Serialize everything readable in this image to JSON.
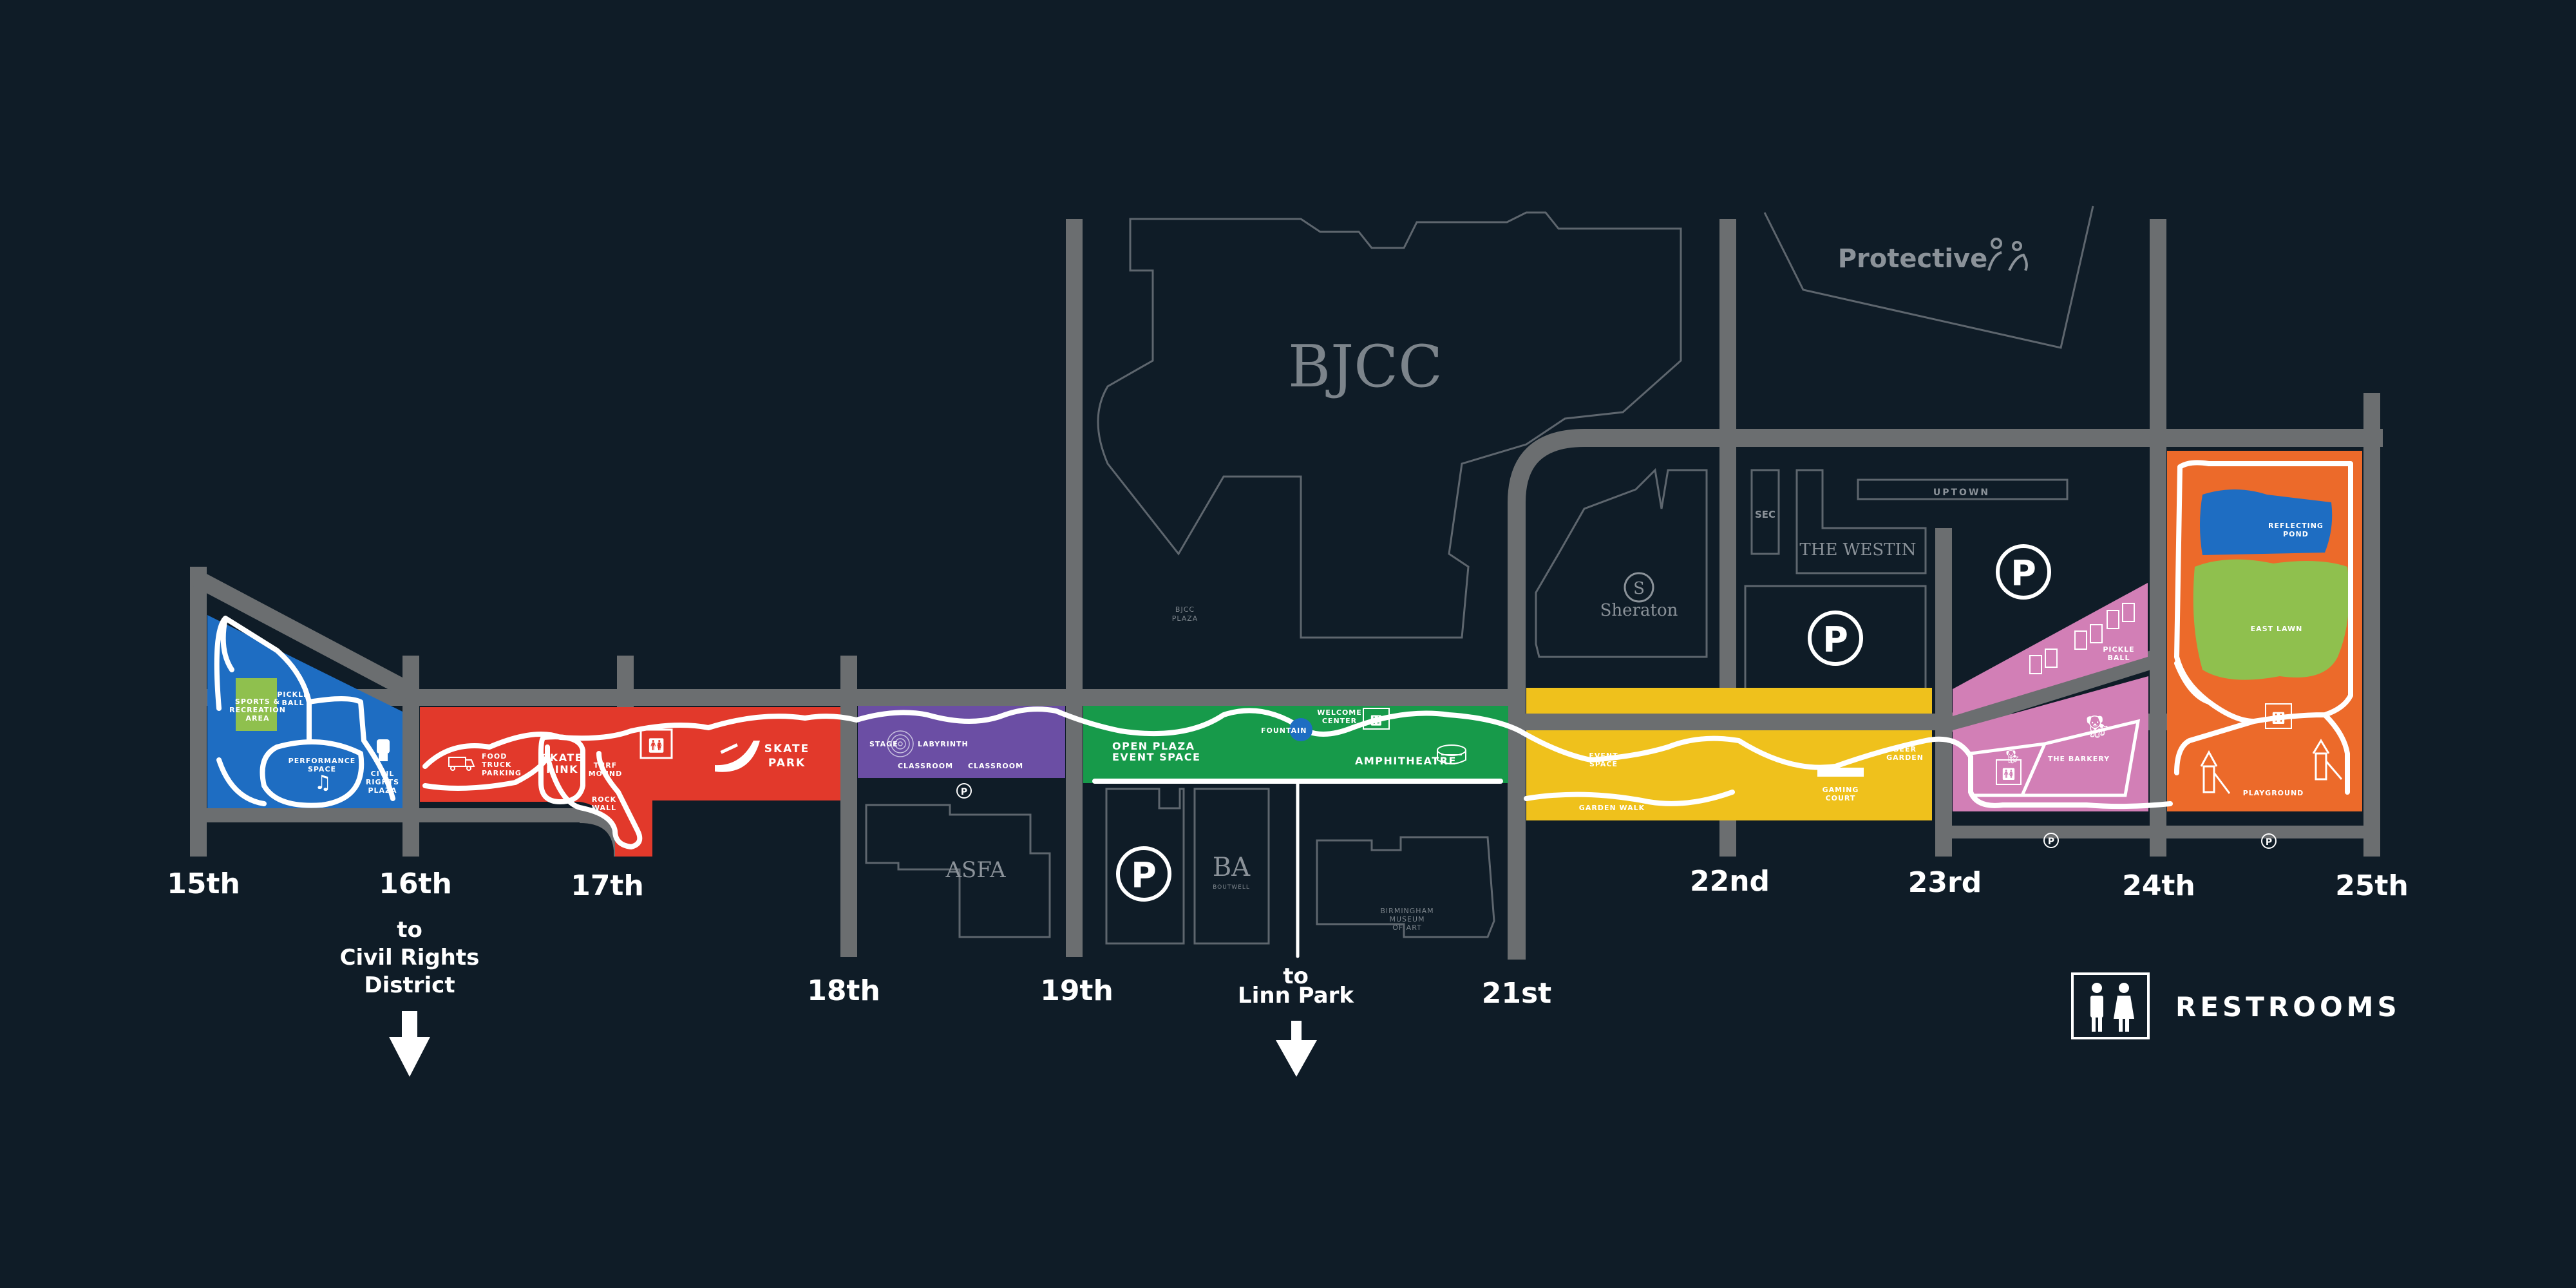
{
  "streets": {
    "s15": "15th",
    "s16": "16th",
    "s17": "17th",
    "s18": "18th",
    "s19": "19th",
    "s21": "21st",
    "s22": "22nd",
    "s23": "23rd",
    "s24": "24th",
    "s25": "25th"
  },
  "directions": {
    "civil_rights": [
      "to",
      "Civil Rights",
      "District"
    ],
    "linn_park": [
      "to",
      "Linn Park"
    ]
  },
  "buildings": {
    "bjcc": "BJCC",
    "bjcc_plaza": [
      "BJCC",
      "PLAZA"
    ],
    "protective": "Protective",
    "sheraton": "Sheraton",
    "westin": "THE WESTIN",
    "uptown": "UPTOWN",
    "sec": "SEC",
    "asfa": "ASFA",
    "ba": "BA",
    "ba_sub": "BOUTWELL",
    "museum": [
      "BIRMINGHAM",
      "MUSEUM",
      "OF ART"
    ]
  },
  "zones": {
    "blue": {
      "color": "#1e6dc2",
      "sports": [
        "SPORTS &",
        "RECREATION",
        "AREA"
      ],
      "pickleball": [
        "PICKLE",
        "BALL"
      ],
      "performance": [
        "PERFORMANCE",
        "SPACE"
      ],
      "civil_rights_plaza": [
        "CIVIL",
        "RIGHTS",
        "PLAZA"
      ]
    },
    "red": {
      "color": "#e2392b",
      "food_truck": [
        "FOOD",
        "TRUCK",
        "PARKING"
      ],
      "skate_rink": [
        "SKATE",
        "RINK"
      ],
      "turf_mound": [
        "TURF",
        "MOUND"
      ],
      "rock_wall": [
        "ROCK",
        "WALL"
      ],
      "skate_park": [
        "SKATE",
        "PARK"
      ]
    },
    "purple": {
      "color": "#6b4ea4",
      "stage": "STAGE",
      "labyrinth": "LABYRINTH",
      "classroom1": "CLASSROOM",
      "classroom2": "CLASSROOM"
    },
    "green": {
      "color": "#179a4a",
      "open_plaza": [
        "OPEN PLAZA",
        "EVENT SPACE"
      ],
      "fountain": "FOUNTAIN",
      "welcome_center": [
        "WELCOME",
        "CENTER"
      ],
      "amphitheatre": "AMPHITHEATRE"
    },
    "yellow": {
      "color": "#efc11c",
      "event_space": [
        "EVENT",
        "SPACE"
      ],
      "garden_walk": "GARDEN WALK",
      "gaming_court": [
        "GAMING",
        "COURT"
      ],
      "beer_garden": [
        "BEER",
        "GARDEN"
      ]
    },
    "pink": {
      "color": "#d27fb6",
      "pickleball": [
        "PICKLE",
        "BALL"
      ],
      "barkery": "THE BARKERY"
    },
    "orange": {
      "color": "#ec6a2a",
      "reflecting_pond": [
        "REFLECTING",
        "POND"
      ],
      "east_lawn": "EAST LAWN",
      "playground": "PLAYGROUND"
    }
  },
  "parking_symbol": "P",
  "legend": {
    "restrooms": "RESTROOMS"
  }
}
